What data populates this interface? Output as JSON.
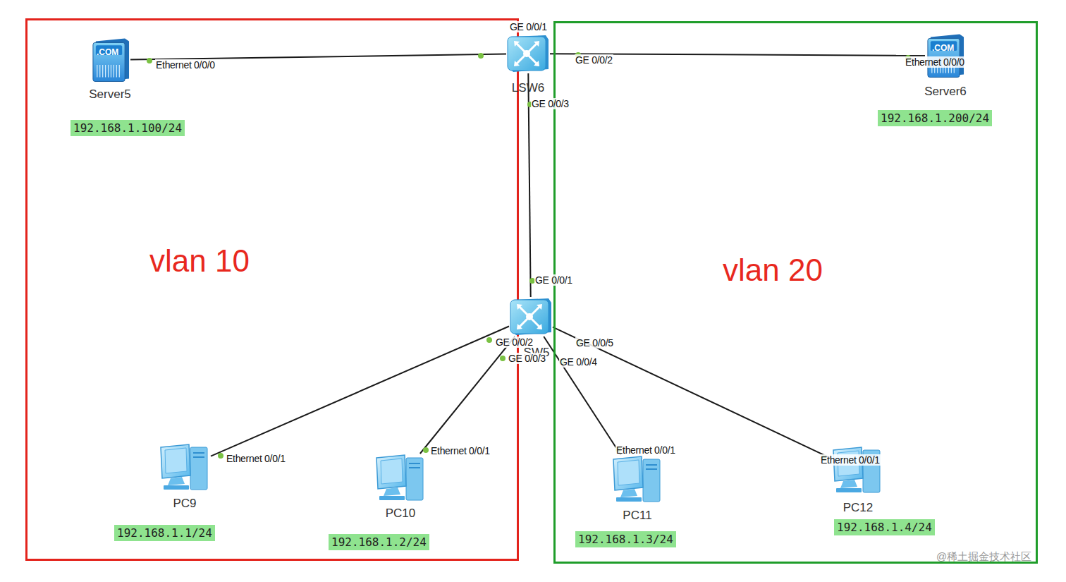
{
  "diagram": {
    "nodes": [
      {
        "text": [
          "vlan 10"
        ]
      },
      {
        "text": [
          "Server5",
          "192.168.1.100/24"
        ],
        "in": 0
      },
      {
        "text": [
          "PC9",
          "192.168.1.1/24"
        ],
        "in": 0
      },
      {
        "text": [
          "PC10",
          "192.168.1.2/24"
        ],
        "in": 0
      },
      {
        "text": [
          "vlan 20"
        ]
      },
      {
        "text": [
          "Server6",
          "192.168.1.200/24"
        ],
        "in": 4
      },
      {
        "text": [
          "PC11",
          "192.168.1.3/24"
        ],
        "in": 4
      },
      {
        "text": [
          "PC12",
          "192.168.1.4/24"
        ],
        "in": 4
      },
      {
        "text": [
          "LSW6"
        ]
      },
      {
        "text": [
          "SW5"
        ]
      }
    ],
    "edges": [
      {
        "from": 1,
        "to": 8,
        "arrow": "none"
      },
      {
        "from": 8,
        "to": 5,
        "arrow": "none"
      },
      {
        "from": 8,
        "to": 9,
        "arrow": "none"
      },
      {
        "from": 9,
        "to": 2,
        "arrow": "none"
      },
      {
        "from": 9,
        "to": 3,
        "arrow": "none"
      },
      {
        "from": 9,
        "to": 6,
        "arrow": "none"
      },
      {
        "from": 9,
        "to": 7,
        "arrow": "none"
      }
    ],
    "labels": [
      ".COM",
      "Ethernet 0/0/0",
      "GE 0/0/1",
      "GE 0/0/2",
      ".COM",
      "Ethernet 0/0/0",
      "GE 0/0/3",
      "GE 0/0/1",
      "GE 0/0/2",
      "GE 0/0/3",
      "GE 0/0/4",
      "GE 0/0/5",
      "Ethernet 0/0/1",
      "Ethernet 0/0/1",
      "Ethernet 0/0/1",
      "Ethernet 0/0/1",
      "@稀土掘金技术社区"
    ]
  }
}
